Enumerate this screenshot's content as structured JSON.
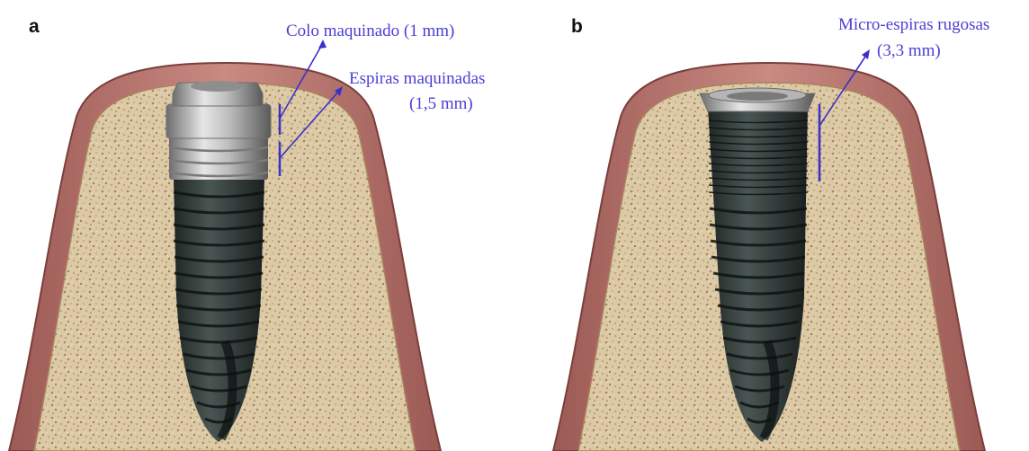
{
  "panels": [
    {
      "letter": "a",
      "annotations": [
        {
          "label": "Colo maquinado (1 mm)"
        },
        {
          "label_line1": "Espiras maquinadas",
          "label_line2": "(1,5 mm)"
        }
      ]
    },
    {
      "letter": "b",
      "annotations": [
        {
          "label_line1": "Micro-espiras rugosas",
          "label_line2": "(3,3 mm)"
        }
      ]
    }
  ],
  "colors": {
    "annotation": "#4a3fd6",
    "gingiva": "#b7716a",
    "bone": "#d8c6a2",
    "implant_thread": "#2f3a38",
    "implant_collar": "#b9b9b9"
  }
}
